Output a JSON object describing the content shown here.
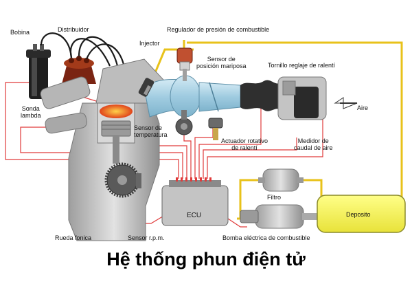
{
  "labels": {
    "bobina": "Bobina",
    "distribuidor": "Distribuidor",
    "regulador": "Regulador de presión de combustible",
    "injector": "Injector",
    "sensor_mariposa": "Sensor de\nposición mariposa",
    "tornillo": "Tornillo reglaje de ralentí",
    "sonda_lambda": "Sonda\nlambda",
    "aire": "Aire",
    "sensor_temperatura": "Sensor de\ntemperatura",
    "actuador": "Actuador rotativo\nde ralentí",
    "medidor": "Medidor de\ncaudal de aire",
    "filtro": "Filtro",
    "ecu": "ECU",
    "deposito": "Deposito",
    "rueda_fonica": "Rueda fonica",
    "sensor_rpm": "Sensor r.p.m.",
    "bomba": "Bomba eléctrica de combustible"
  },
  "caption": "Hệ thống phun điện tử",
  "colors": {
    "fuel_line": "#e8c21a",
    "signal_wire": "#e03a3a",
    "intake": "#a9d4e6",
    "engine_metal": "#c8c8c8",
    "tank": "#ffff66",
    "ignition": "#8a2a12"
  }
}
